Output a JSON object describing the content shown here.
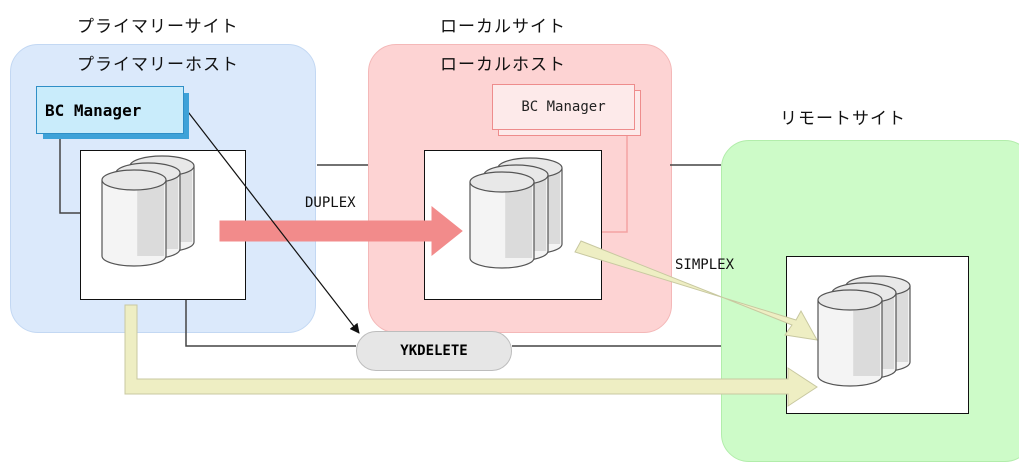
{
  "primary_site": {
    "site_label": "プライマリーサイト",
    "host_label": "プライマリーホスト",
    "manager_label": "BC Manager"
  },
  "local_site": {
    "site_label": "ローカルサイト",
    "host_label": "ローカルホスト",
    "manager_label": "BC Manager"
  },
  "remote_site": {
    "site_label": "リモートサイト"
  },
  "pairs": {
    "duplex_label": "DUPLEX",
    "simplex_label": "SIMPLEX"
  },
  "command": {
    "label": "YKDELETE"
  },
  "colors": {
    "primary_site_bg": "#dbe9fb",
    "local_site_bg": "#fdd3d3",
    "remote_site_bg": "#cdfbc8",
    "duplex_arrow": "#f28b8b",
    "copy_arrow": "#eeeec3"
  }
}
